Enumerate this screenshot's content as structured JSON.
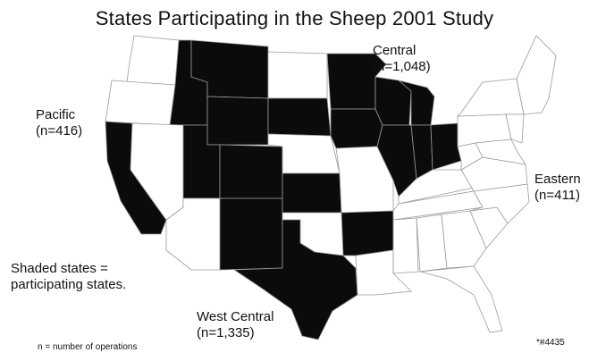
{
  "title": "States Participating in the Sheep 2001 Study",
  "regions": {
    "central": {
      "name": "Central",
      "n": "(n=1,048)"
    },
    "pacific": {
      "name": "Pacific",
      "n": "(n=416)"
    },
    "eastern": {
      "name": "Eastern",
      "n": "(n=411)"
    },
    "west_central": {
      "name": "West Central",
      "n": "(n=1,335)"
    }
  },
  "legend": {
    "line1": "Shaded states =",
    "line2": "participating states."
  },
  "footnote": "n = number of operations",
  "code": "*#4435",
  "colors": {
    "shaded": "#0b0b0b",
    "unshaded": "#ffffff",
    "border": "#9a9a9a"
  },
  "states": [
    {
      "abbr": "WA",
      "participating": false
    },
    {
      "abbr": "OR",
      "participating": false
    },
    {
      "abbr": "CA",
      "participating": true
    },
    {
      "abbr": "ID",
      "participating": true
    },
    {
      "abbr": "NV",
      "participating": false
    },
    {
      "abbr": "MT",
      "participating": true
    },
    {
      "abbr": "WY",
      "participating": true
    },
    {
      "abbr": "UT",
      "participating": true
    },
    {
      "abbr": "AZ",
      "participating": false
    },
    {
      "abbr": "CO",
      "participating": true
    },
    {
      "abbr": "NM",
      "participating": true
    },
    {
      "abbr": "ND",
      "participating": false
    },
    {
      "abbr": "SD",
      "participating": true
    },
    {
      "abbr": "NE",
      "participating": false
    },
    {
      "abbr": "KS",
      "participating": true
    },
    {
      "abbr": "OK",
      "participating": false
    },
    {
      "abbr": "TX",
      "participating": true
    },
    {
      "abbr": "MN",
      "participating": true
    },
    {
      "abbr": "IA",
      "participating": true
    },
    {
      "abbr": "MO",
      "participating": false
    },
    {
      "abbr": "AR",
      "participating": true
    },
    {
      "abbr": "WI",
      "participating": true
    },
    {
      "abbr": "IL",
      "participating": true
    },
    {
      "abbr": "MI",
      "participating": true
    },
    {
      "abbr": "IN",
      "participating": true
    },
    {
      "abbr": "OH",
      "participating": true
    },
    {
      "abbr": "LA",
      "participating": false
    },
    {
      "abbr": "KY",
      "participating": false
    },
    {
      "abbr": "TN",
      "participating": false
    },
    {
      "abbr": "MS",
      "participating": false
    },
    {
      "abbr": "AL",
      "participating": false
    },
    {
      "abbr": "GA",
      "participating": false
    },
    {
      "abbr": "FL",
      "participating": false
    },
    {
      "abbr": "SC",
      "participating": false
    },
    {
      "abbr": "NC",
      "participating": false
    },
    {
      "abbr": "VA",
      "participating": false
    },
    {
      "abbr": "WV",
      "participating": false
    },
    {
      "abbr": "PA",
      "participating": false
    },
    {
      "abbr": "NY",
      "participating": false
    },
    {
      "abbr": "NE-US",
      "participating": false
    },
    {
      "abbr": "MD",
      "participating": false
    },
    {
      "abbr": "NJ",
      "participating": false
    }
  ]
}
